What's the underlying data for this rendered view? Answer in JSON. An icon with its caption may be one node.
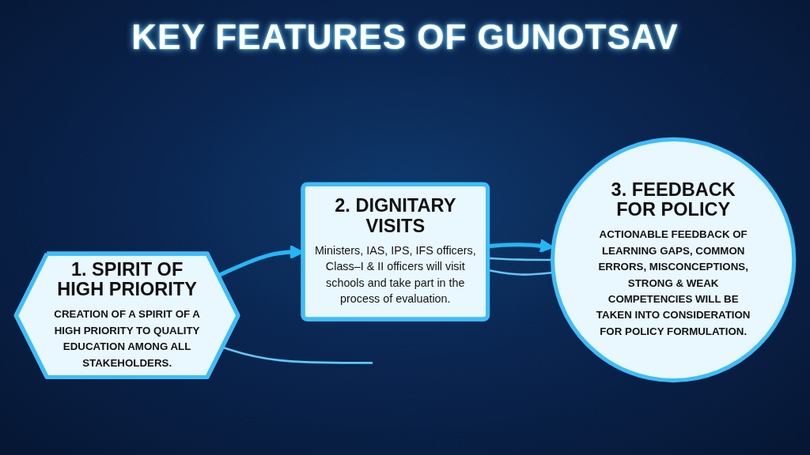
{
  "diagram": {
    "title": "KEY FEATURES OF GUNOTSAV",
    "nodes": [
      {
        "text": [
          "1. SPIRIT OF HIGH PRIORITY",
          "CREATION OF A SPIRIT OF A HIGH PRIORITY TO QUALITY EDUCATION AMONG ALL STAKEHOLDERS."
        ]
      },
      {
        "text": [
          "2. DIGNITARY VISITS",
          "Ministers, IAS, IPS, IFS officers, Class–I & II officers will visit schools and take part in the process of evaluation."
        ]
      },
      {
        "text": [
          "3. FEEDBACK FOR POLICY",
          "ACTIONABLE FEEDBACK OF LEARNING GAPS, COMMON ERRORS, MISCONCEPTIONS, STRONG & WEAK COMPETENCIES WILL BE TAKEN INTO CONSIDERATION FOR POLICY FORMULATION."
        ]
      }
    ],
    "edges": [
      {
        "from": 0,
        "to": 1,
        "arrow": "to",
        "style": "thick"
      },
      {
        "from": 1,
        "to": 2,
        "arrow": "to",
        "style": "thick"
      },
      {
        "from": 1,
        "to": 2,
        "arrow": "none"
      },
      {
        "from": 1,
        "to": 2,
        "arrow": "none"
      },
      {
        "from": 0,
        "to": null,
        "arrow": "none"
      }
    ]
  }
}
